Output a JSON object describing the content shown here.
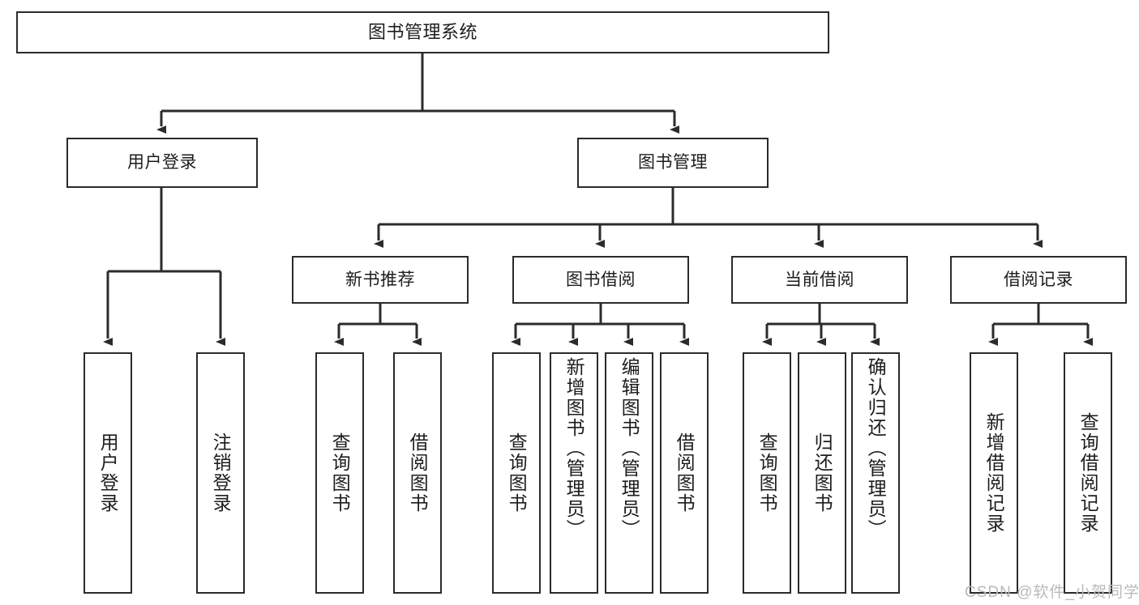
{
  "diagram": {
    "type": "tree-hierarchy",
    "title": "图书管理系统",
    "stroke_color": "#2b2b2b",
    "background_color": "#ffffff",
    "text_color": "#1d1d1d"
  },
  "nodes": {
    "root": {
      "label": "图书管理系统"
    },
    "level2": [
      {
        "id": "user-login",
        "label": "用户登录"
      },
      {
        "id": "book-manage",
        "label": "图书管理"
      }
    ],
    "level3": [
      {
        "id": "new-book-recommend",
        "label": "新书推荐"
      },
      {
        "id": "book-borrow",
        "label": "图书借阅"
      },
      {
        "id": "current-borrow",
        "label": "当前借阅"
      },
      {
        "id": "borrow-record",
        "label": "借阅记录"
      }
    ],
    "leaves": [
      {
        "id": "leaf-user-login",
        "label": "用户登录",
        "parent": "user-login"
      },
      {
        "id": "leaf-user-logout",
        "label": "注销登录",
        "parent": "user-login"
      },
      {
        "id": "leaf-query-book-1",
        "label": "查询图书",
        "parent": "new-book-recommend"
      },
      {
        "id": "leaf-borrow-book-1",
        "label": "借阅图书",
        "parent": "new-book-recommend"
      },
      {
        "id": "leaf-query-book-2",
        "label": "查询图书",
        "parent": "book-borrow"
      },
      {
        "id": "leaf-add-book",
        "label": "新增图书（管理员）",
        "parent": "book-borrow"
      },
      {
        "id": "leaf-edit-book",
        "label": "编辑图书（管理员）",
        "parent": "book-borrow"
      },
      {
        "id": "leaf-borrow-book-2",
        "label": "借阅图书",
        "parent": "book-borrow"
      },
      {
        "id": "leaf-query-book-3",
        "label": "查询图书",
        "parent": "current-borrow"
      },
      {
        "id": "leaf-return-book",
        "label": "归还图书",
        "parent": "current-borrow"
      },
      {
        "id": "leaf-confirm-return",
        "label": "确认归还（管理员）",
        "parent": "current-borrow"
      },
      {
        "id": "leaf-add-record",
        "label": "新增借阅记录",
        "parent": "borrow-record"
      },
      {
        "id": "leaf-query-record",
        "label": "查询借阅记录",
        "parent": "borrow-record"
      }
    ]
  },
  "watermark": {
    "text": "CSDN @软件_小贺同学"
  }
}
